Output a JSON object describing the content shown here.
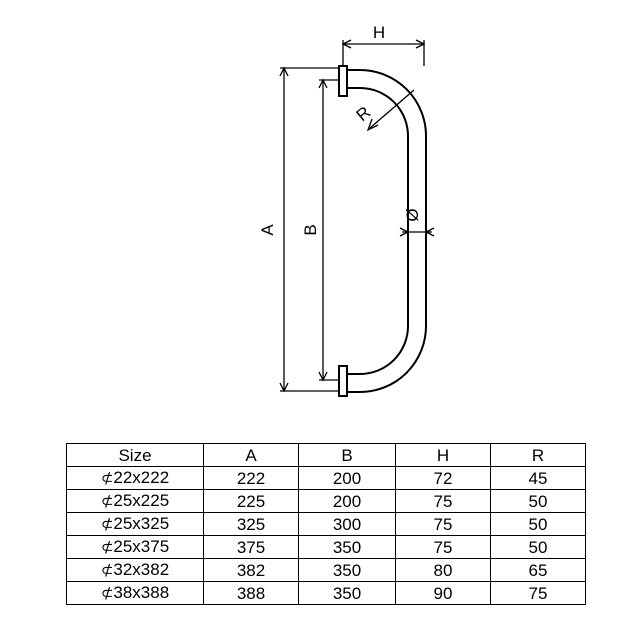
{
  "drawing": {
    "label_a": "A",
    "label_b": "B",
    "label_h": "H",
    "label_r": "R",
    "label_diameter": "Ø"
  },
  "table": {
    "headers": [
      "Size",
      "A",
      "B",
      "H",
      "R"
    ],
    "diameter_symbol": "⊄",
    "rows": [
      {
        "size": "22x222",
        "a": "222",
        "b": "200",
        "h": "72",
        "r": "45"
      },
      {
        "size": "25x225",
        "a": "225",
        "b": "200",
        "h": "75",
        "r": "50"
      },
      {
        "size": "25x325",
        "a": "325",
        "b": "300",
        "h": "75",
        "r": "50"
      },
      {
        "size": "25x375",
        "a": "375",
        "b": "350",
        "h": "75",
        "r": "50"
      },
      {
        "size": "32x382",
        "a": "382",
        "b": "350",
        "h": "80",
        "r": "65"
      },
      {
        "size": "38x388",
        "a": "388",
        "b": "350",
        "h": "90",
        "r": "75"
      }
    ]
  }
}
